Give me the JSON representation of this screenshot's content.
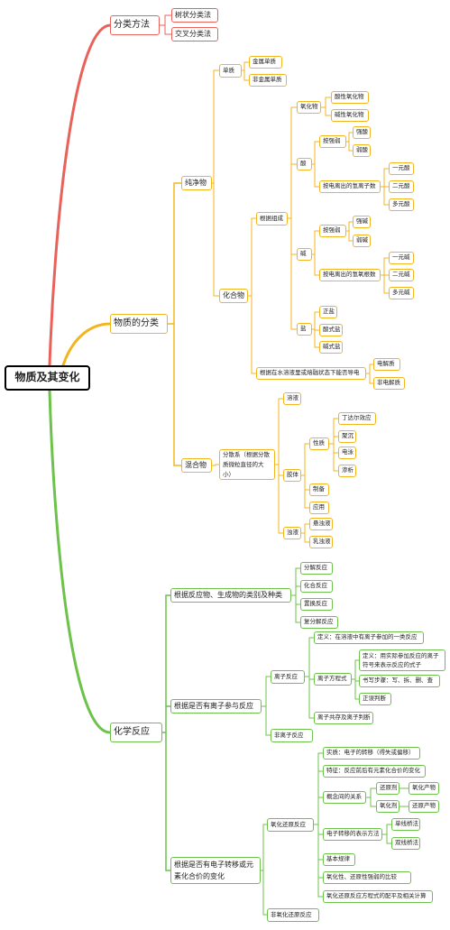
{
  "root": "物质及其变化",
  "b1": {
    "label": "分类方法",
    "c1": "树状分类法",
    "c2": "交叉分类法"
  },
  "b2": {
    "label": "物质的分类",
    "pure": "纯净物",
    "elem": "单质",
    "metal": "金属单质",
    "nonmetal": "非金属单质",
    "comp": "化合物",
    "bycomp": "根据组成",
    "oxide": "氧化物",
    "acidox": "酸性氧化物",
    "basicox": "碱性氧化物",
    "acid": "酸",
    "bystrength_a": "按强弱",
    "strongacid": "强酸",
    "weakacid": "弱酸",
    "byh": "按电离出的氢离子数",
    "mono_a": "一元酸",
    "di_a": "二元酸",
    "poly_a": "多元酸",
    "base": "碱",
    "bystrength_b": "按强弱",
    "strongbase": "强碱",
    "weakbase": "弱碱",
    "byoh": "按电离出的氢氧根数",
    "mono_b": "一元碱",
    "di_b": "二元碱",
    "poly_b": "多元碱",
    "salt": "盐",
    "normalsalt": "正盐",
    "acidsalt": "酸式盐",
    "basicsalt": "碱式盐",
    "byconduct": "根据在水溶液里或熔融状态下能否导电",
    "electrolyte": "电解质",
    "nonelectrolyte": "非电解质",
    "mixture": "混合物",
    "dispersion": "分散系（根据分散质微粒直径的大小）",
    "solution": "溶液",
    "colloid": "胶体",
    "property": "性质",
    "tyndall": "丁达尔效应",
    "coag": "聚沉",
    "electrophoresis": "电泳",
    "dialysis": "渗析",
    "prep": "制备",
    "app": "应用",
    "suspension": "浊液",
    "susp": "悬浊液",
    "emul": "乳浊液"
  },
  "b3": {
    "label": "化学反应",
    "bytype": "根据反应物、生成物的类别及种类",
    "decomp": "分解反应",
    "combo": "化合反应",
    "displace": "置换反应",
    "double": "复分解反应",
    "byion": "根据是否有离子参与反应",
    "ionic": "离子反应",
    "iondef": "定义：在溶液中有离子参加的一类反应",
    "ioneq": "离子方程式",
    "eqdef": "定义：用实际参加反应的离子符号来表示反应的式子",
    "steps": "书写步骤：写、拆、删、查",
    "judge": "正误判断",
    "coexist": "离子共存及离子判断",
    "nonionic": "非离子反应",
    "byelectron": "根据是否有电子转移或元素化合价的变化",
    "redox": "氧化还原反应",
    "essence": "实质：电子的转移（得失或偏移）",
    "feature": "特征：反应前后有元素化合价的变化",
    "relation": "概念间的关系",
    "reductant": "还原剂",
    "oxprod": "氧化产物",
    "oxidant": "氧化剂",
    "redprod": "还原产物",
    "transfer": "电子转移的表示方法",
    "single": "单线桥法",
    "double_bridge": "双线桥法",
    "law": "基本规律",
    "compare": "氧化性、还原性强弱的比较",
    "balance": "氧化还原反应方程式的配平及相关计算",
    "nonredox": "非氧化还原反应"
  },
  "colors": {
    "red": "#e8625a",
    "orange": "#f3b51e",
    "green": "#6cc24a"
  }
}
